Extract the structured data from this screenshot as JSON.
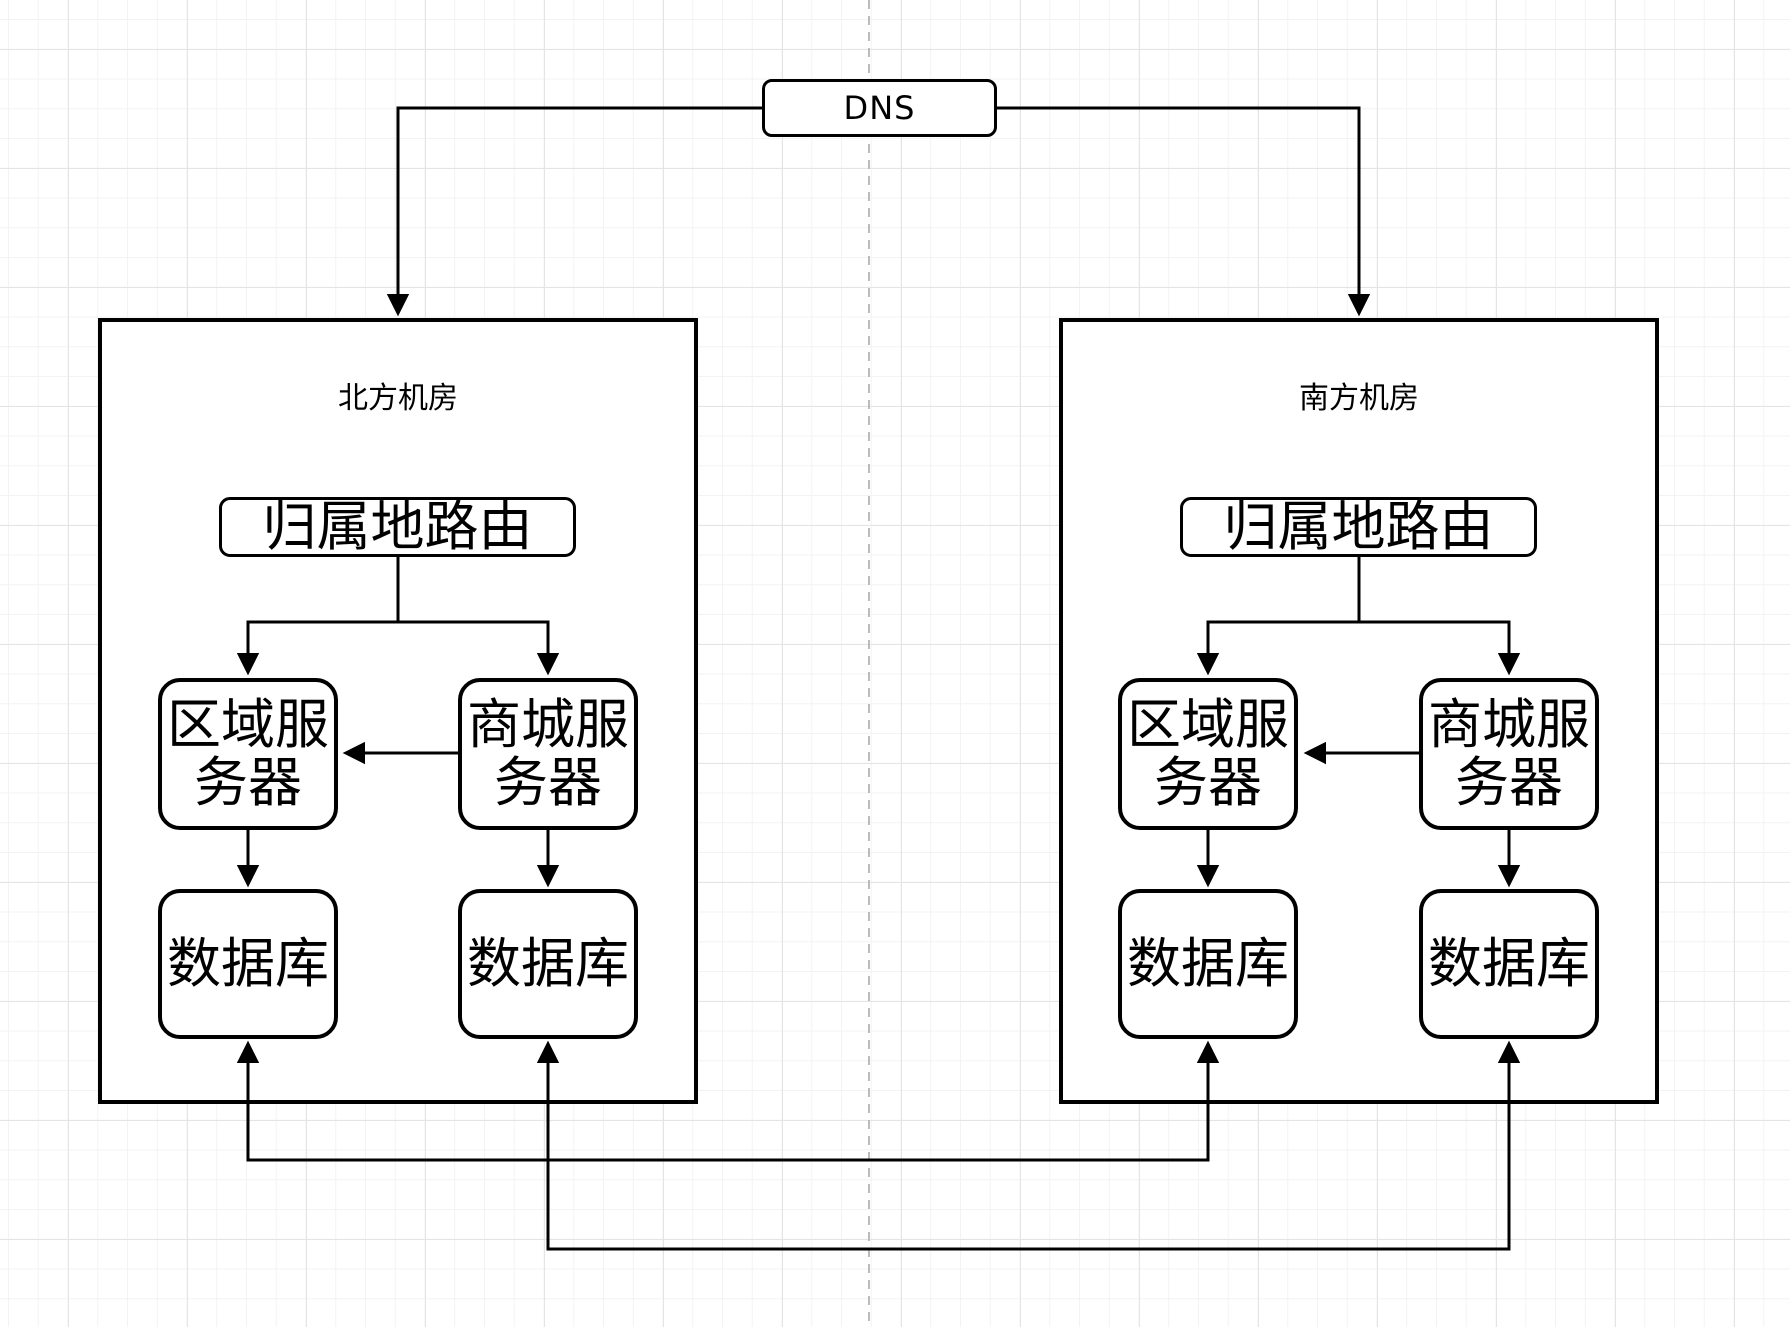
{
  "dns": {
    "label": "DNS"
  },
  "rooms": [
    {
      "name": "北方机房",
      "router_label": "归属地路由",
      "regional_server_label": "区域服\n务器",
      "mall_server_label": "商城服\n务器",
      "regional_db_label": "数据库",
      "mall_db_label": "数据库"
    },
    {
      "name": "南方机房",
      "router_label": "归属地路由",
      "regional_server_label": "区域服\n务器",
      "mall_server_label": "商城服\n务器",
      "regional_db_label": "数据库",
      "mall_db_label": "数据库"
    }
  ],
  "colors": {
    "stroke": "#000000",
    "node_fill": "#ffffff",
    "divider": "#bbbbbb",
    "grid_minor": "#f2f3f5",
    "grid_major": "#e3e4e8"
  }
}
